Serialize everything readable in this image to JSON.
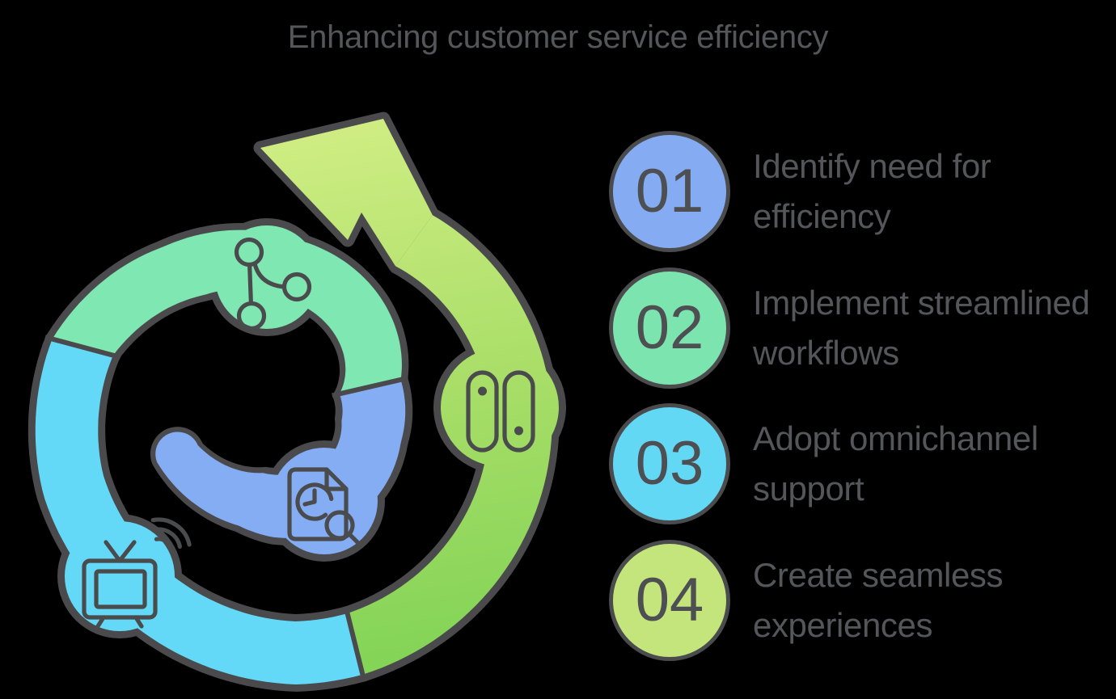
{
  "title": "Enhancing customer service efficiency",
  "steps": [
    {
      "number": "01",
      "color": "#85acf2",
      "label_lines": [
        "Identify need for",
        "efficiency"
      ]
    },
    {
      "number": "02",
      "color": "#7ce4ae",
      "label_lines": [
        "Implement streamlined",
        "workflows"
      ]
    },
    {
      "number": "03",
      "color": "#63d8f5",
      "label_lines": [
        "Adopt omnichannel",
        "support"
      ]
    },
    {
      "number": "04",
      "color": "#c4e57b",
      "label_lines": [
        "Create seamless",
        "experiences"
      ]
    }
  ],
  "diagram": {
    "type": "cycle-spiral-arrow",
    "segments": [
      {
        "name": "inner-loop",
        "color": "#85adf3",
        "icon": "document-time-search-icon"
      },
      {
        "name": "second-loop",
        "color": "#7ee7b2",
        "icon": "share-nodes-icon"
      },
      {
        "name": "third-loop",
        "color": "#64d9f7",
        "icon": "broadcast-tv-icon"
      },
      {
        "name": "outer-loop-arrow",
        "color": "gradient",
        "icon": "toggle-switches-icon"
      }
    ]
  },
  "colors": {
    "background": "#000000",
    "outline": "#4a4a4c",
    "icon_stroke": "#4a4b4d",
    "title_text": "#55565a",
    "step_text": "#55565a",
    "number_text": "#4d4f52",
    "blue": "#85adf3",
    "mint": "#7ee7b2",
    "cyan": "#64d9f7",
    "lime_deep": "#7fd355",
    "lime_mid": "#a9de68",
    "lime_light": "#d2ee85"
  }
}
